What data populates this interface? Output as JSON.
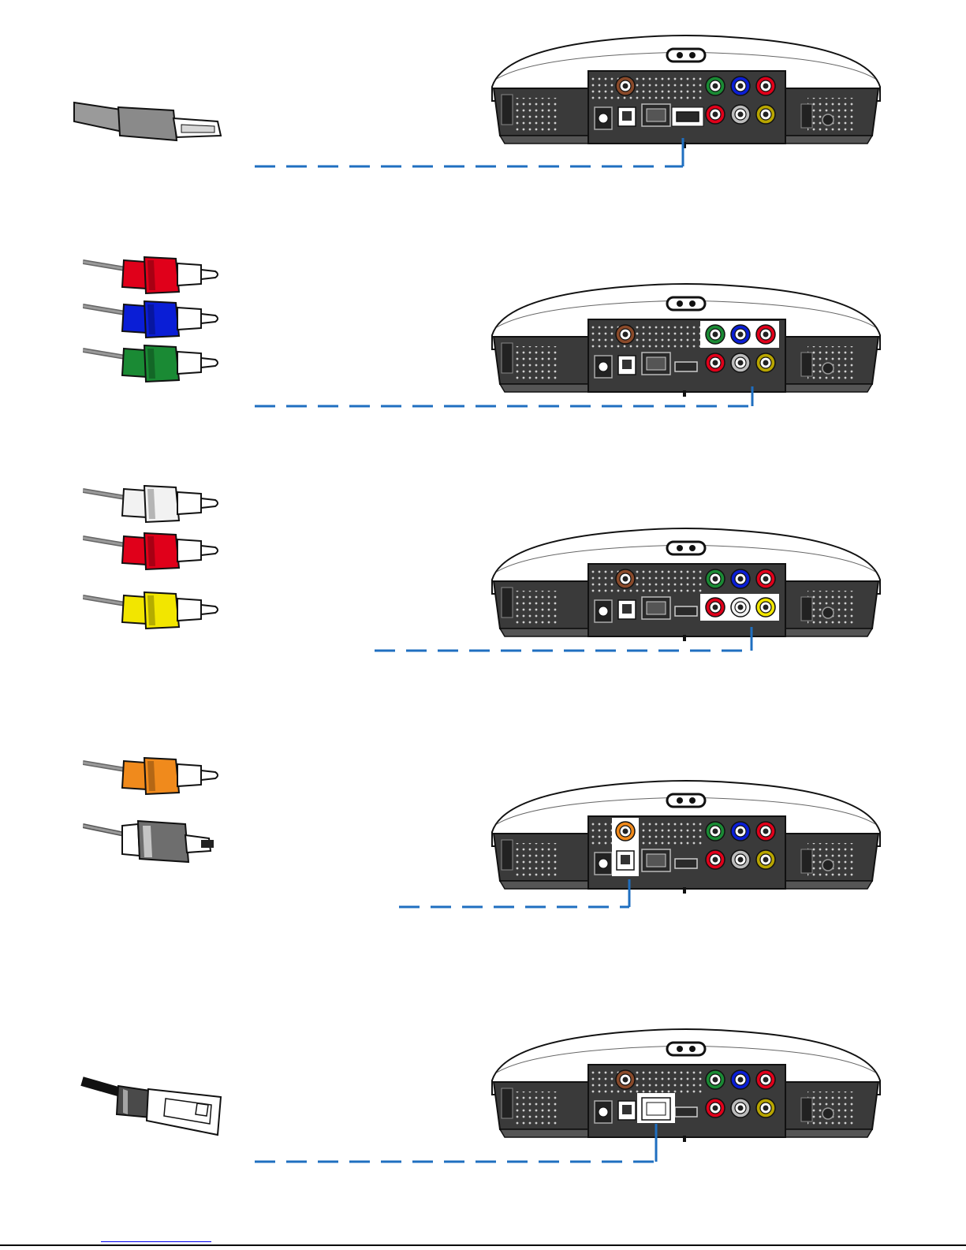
{
  "colors": {
    "leader": "#1f6fc0",
    "device_body": "#3a3a3a",
    "device_shell": "#ffffff",
    "highlight": "#ffffff",
    "red": "#e0001a",
    "blue": "#0a1ed6",
    "green": "#1a8a34",
    "white": "#f2f2f2",
    "yellow": "#f2e600",
    "orange": "#f08a1c",
    "brown_port": "#8a4a2a"
  },
  "sections": [
    {
      "id": "hdmi",
      "cable": "hdmi-cable-icon",
      "highlight": "hdmi-port"
    },
    {
      "id": "component",
      "cable": "component-cable-icon",
      "plugs": [
        "red",
        "blue",
        "green"
      ],
      "highlight": "component-ports"
    },
    {
      "id": "composite",
      "cable": "composite-cable-icon",
      "plugs": [
        "white",
        "red",
        "yellow"
      ],
      "highlight": "composite-ports"
    },
    {
      "id": "digital-audio",
      "cable": "digital-audio-cable-icon",
      "plugs": [
        "orange",
        "optical"
      ],
      "highlight": "digital-audio-ports"
    },
    {
      "id": "ethernet",
      "cable": "ethernet-cable-icon",
      "highlight": "ethernet-port"
    }
  ]
}
